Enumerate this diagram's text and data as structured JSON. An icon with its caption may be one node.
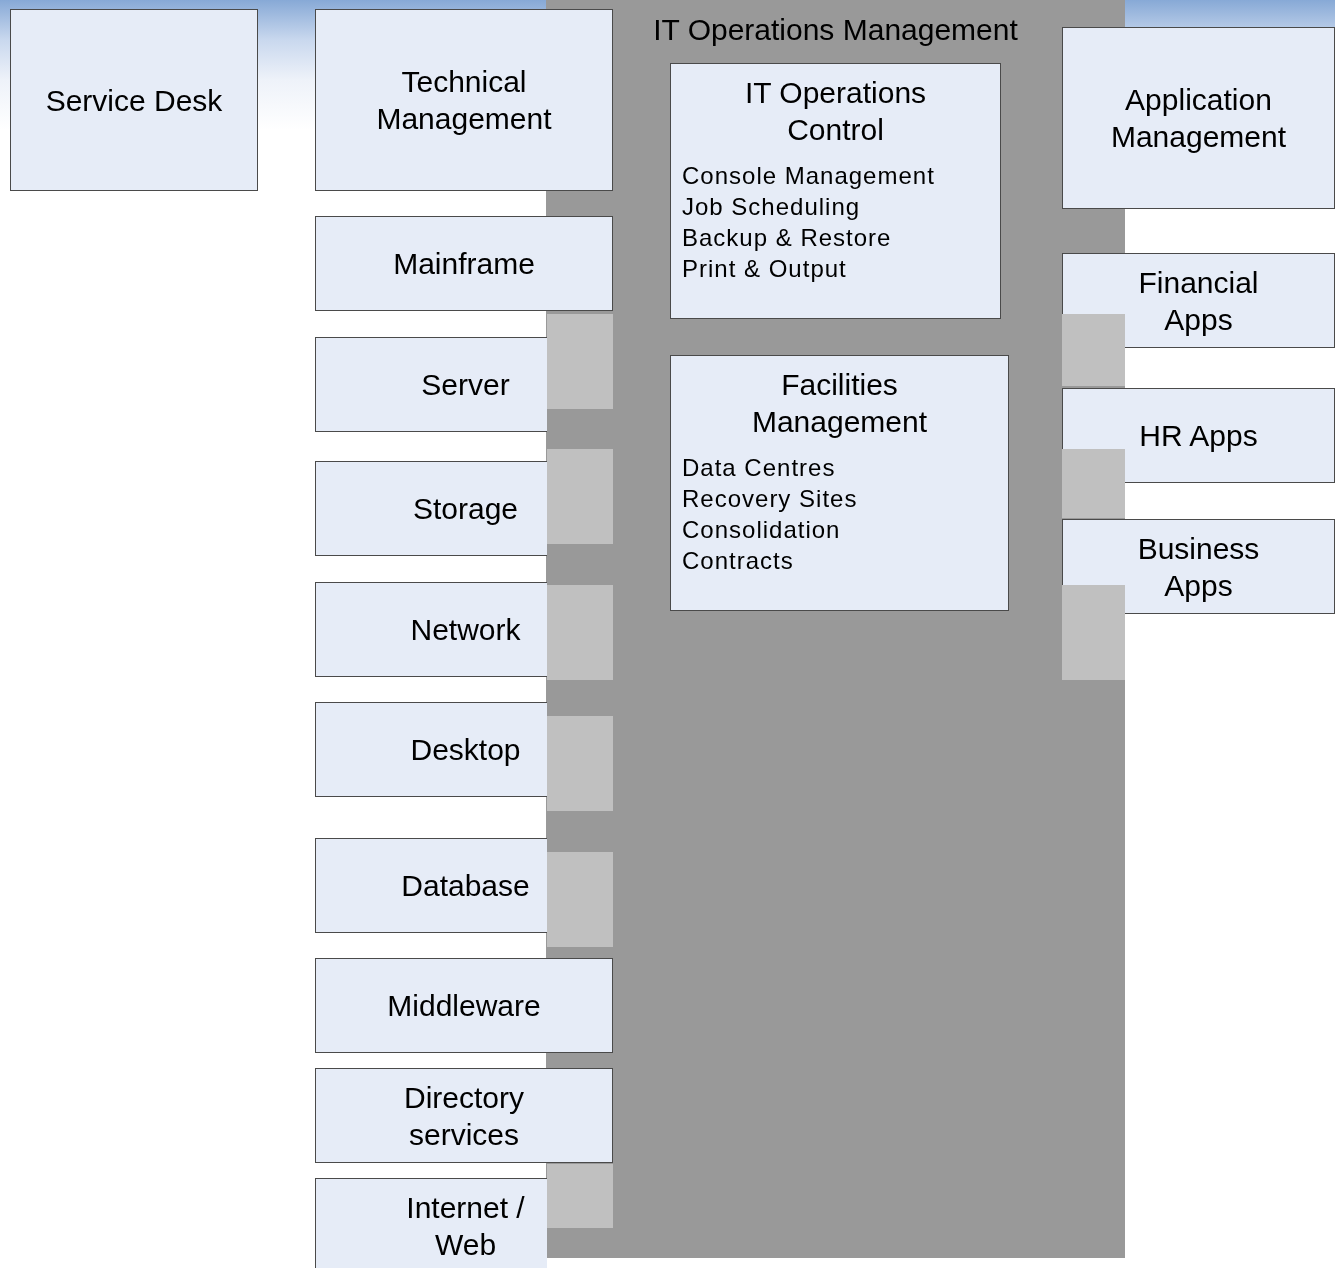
{
  "diagram": {
    "nodes": [
      {
        "text": [
          "Service Desk"
        ]
      },
      {
        "text": [
          "Technical Management"
        ]
      },
      {
        "text": [
          "IT Operations Management"
        ]
      },
      {
        "text": [
          "IT Operations Control",
          "Console Management",
          "Job Scheduling",
          "Backup & Restore",
          "Print & Output"
        ],
        "in": 2
      },
      {
        "text": [
          "Facilities Management",
          "Data Centres",
          "Recovery Sites",
          "Consolidation",
          "Contracts"
        ],
        "in": 2
      },
      {
        "text": [
          "Application Management"
        ]
      },
      {
        "text": [
          "Mainframe"
        ]
      },
      {
        "text": [
          "Server"
        ]
      },
      {
        "text": [
          "Storage"
        ]
      },
      {
        "text": [
          "Network"
        ]
      },
      {
        "text": [
          "Desktop"
        ]
      },
      {
        "text": [
          "Database"
        ]
      },
      {
        "text": [
          "Middleware"
        ]
      },
      {
        "text": [
          "Directory services"
        ]
      },
      {
        "text": [
          "Internet / Web"
        ]
      },
      {
        "text": [
          "Financial Apps"
        ]
      },
      {
        "text": [
          "HR Apps"
        ]
      },
      {
        "text": [
          "Business Apps"
        ]
      },
      {
        "text": [],
        "shape": "box",
        "in": 2
      },
      {
        "text": [],
        "shape": "box",
        "in": 2
      },
      {
        "text": [],
        "shape": "box",
        "in": 2
      },
      {
        "text": [],
        "shape": "box",
        "in": 2
      },
      {
        "text": [],
        "shape": "box",
        "in": 2
      },
      {
        "text": [],
        "shape": "box",
        "in": 2
      },
      {
        "text": [],
        "shape": "box",
        "in": 2
      },
      {
        "text": [],
        "shape": "box",
        "in": 2
      },
      {
        "text": [],
        "shape": "box",
        "in": 2
      }
    ]
  }
}
